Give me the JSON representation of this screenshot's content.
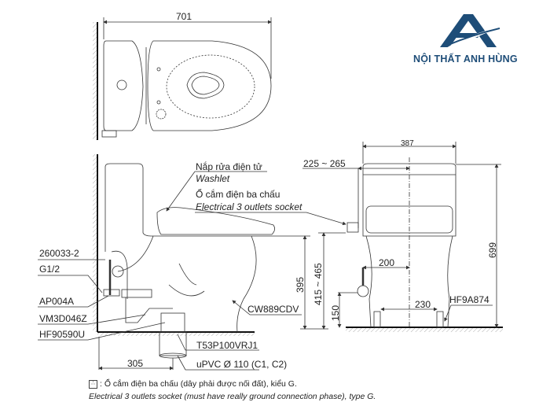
{
  "brand": {
    "name": "NỘI THẤT ANH HÙNG",
    "color": "#1e4d78",
    "logo_icon": "mountain-a-logo-icon"
  },
  "top_view": {
    "width_dimension": "701"
  },
  "side_view": {
    "callouts": {
      "washlet_vi": "Nắp rửa điện tử",
      "washlet_en": "Washlet",
      "socket_vi": "Ổ cắm điện ba chấu",
      "socket_en": "Electrical 3 outlets socket"
    },
    "part_labels": {
      "p1": "260033-2",
      "p2": "G1/2",
      "p3": "AP004A",
      "p4": "VM3D046Z",
      "p5": "HF90590U",
      "bowl": "CW889CDV",
      "flange": "T53P100VRJ1",
      "pipe": "uPVC Ø 110 (C1, C2)"
    },
    "dimensions": {
      "rough_in": "305",
      "seat_height": "395",
      "socket_height": "415 ~ 465"
    }
  },
  "front_view": {
    "dimensions": {
      "width": "387",
      "socket_offset": "225 ~ 265",
      "supply_offset": "200",
      "bolt_spacing": "230",
      "total_height": "699",
      "supply_height": "150"
    },
    "part_labels": {
      "bolt": "HF9A874"
    }
  },
  "footnote": {
    "icon": "socket-icon",
    "line_vi": ": Ổ cắm điện ba chấu (dây phải được nối đất), kiểu G.",
    "line_en": "Electrical 3 outlets socket (must have really ground connection phase), type G."
  }
}
